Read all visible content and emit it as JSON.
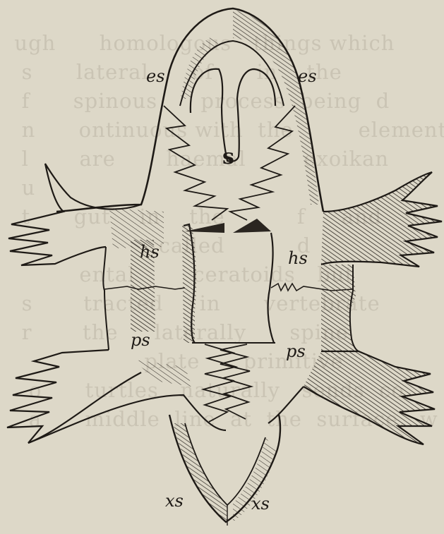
{
  "labels": {
    "es_left": "es",
    "es_right": "es",
    "s": "s",
    "hs_left": "hs",
    "hs_right": "hs",
    "ps_left": "ps",
    "ps_right": "ps",
    "xs_left": "xs",
    "xs_right": "xs"
  },
  "colors": {
    "paper": "#ddd8c8",
    "ink": "#1e1a16",
    "bleed_text": "#9a9283"
  }
}
